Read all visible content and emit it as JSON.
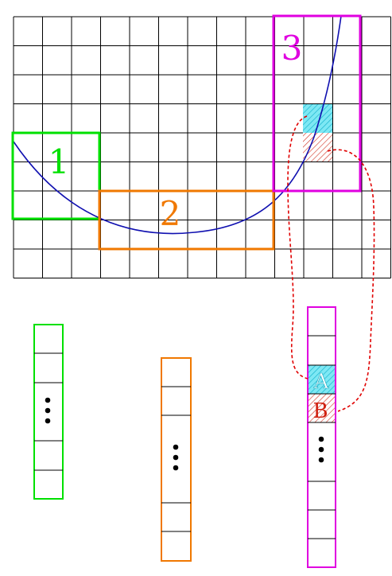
{
  "colors": {
    "grid": "#000000",
    "curve": "#1010b0",
    "region1": "#00e000",
    "region2": "#f07800",
    "region3": "#e000e0",
    "cellA": "#40e0f0",
    "cellB": "#d03020",
    "link": "#e00000"
  },
  "grid": {
    "cols": 13,
    "rows": 9
  },
  "regions": [
    {
      "label": "1",
      "color_key": "region1"
    },
    {
      "label": "2",
      "color_key": "region2"
    },
    {
      "label": "3",
      "color_key": "region3"
    }
  ],
  "arrays": [
    {
      "region": "1",
      "cells_before": 2,
      "cells_after": 2
    },
    {
      "region": "2",
      "cells_before": 2,
      "cells_after": 2
    },
    {
      "region": "3",
      "cells_before": 2,
      "cell_labels": [
        "A",
        "B"
      ],
      "cells_after": 3
    }
  ],
  "ellipsis_icon": "vertical-ellipsis",
  "cell_labels": {
    "a": "A",
    "b": "B"
  }
}
